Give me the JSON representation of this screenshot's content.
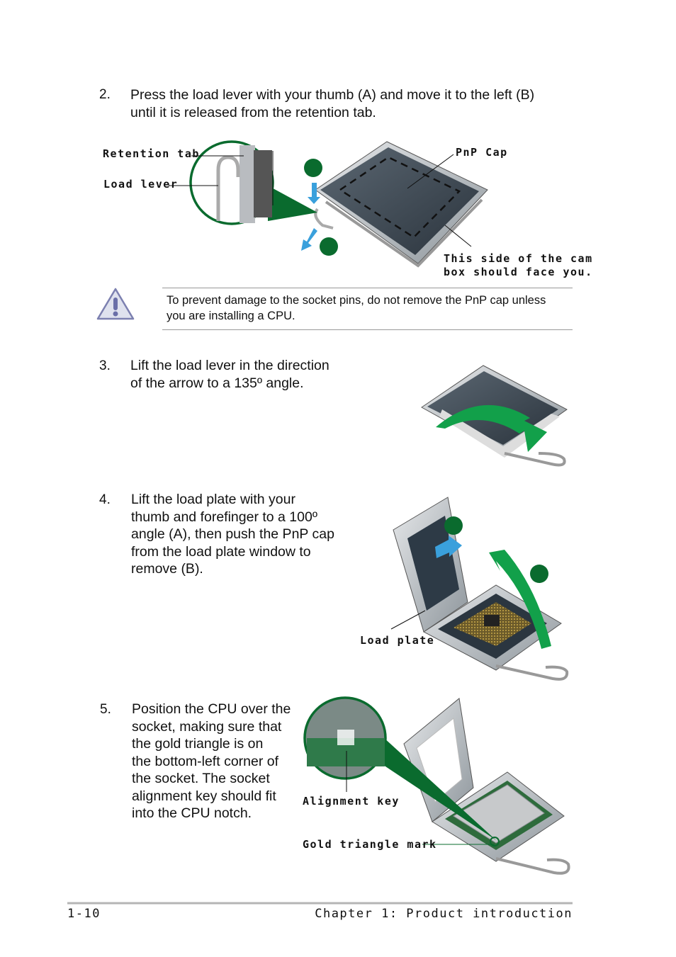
{
  "step2": {
    "number": "2.",
    "text": "Press the load lever with your thumb (A) and move it to the left (B) until it is released from the retention tab.",
    "labels": {
      "retention_tab": "Retention tab",
      "load_lever": "Load lever",
      "pnp_cap": "PnP Cap",
      "cam_box_line1": "This side of the cam",
      "cam_box_line2": "box should face you."
    }
  },
  "caution": {
    "text": "To prevent damage to the socket pins, do not remove the PnP cap unless you are installing a CPU."
  },
  "step3": {
    "number": "3.",
    "line1": "Lift the load lever in the direction",
    "line2": "of the arrow to a 135º angle."
  },
  "step4": {
    "number": "4.",
    "lines": [
      "Lift the load plate with your",
      "thumb and forefinger to a 100º",
      "angle (A), then push the PnP cap",
      "from the load plate window to",
      "remove (B)."
    ],
    "labels": {
      "load_plate": "Load plate"
    }
  },
  "step5": {
    "number": "5.",
    "lines": [
      "Position the CPU over the",
      "socket, making sure that",
      "the gold triangle is on",
      "the bottom-left corner of",
      "the socket. The socket",
      "alignment key should fit",
      "into the CPU notch."
    ],
    "labels": {
      "alignment_key": "Alignment key",
      "gold_triangle": "Gold triangle mark"
    }
  },
  "footer": {
    "page_number": "1-10",
    "chapter": "Chapter 1: Product introduction"
  },
  "colors": {
    "callout_green": "#0a6b2e",
    "arrow_green": "#12a04a",
    "arrow_blue": "#3aa0dc",
    "socket_dark": "#3b4652"
  }
}
